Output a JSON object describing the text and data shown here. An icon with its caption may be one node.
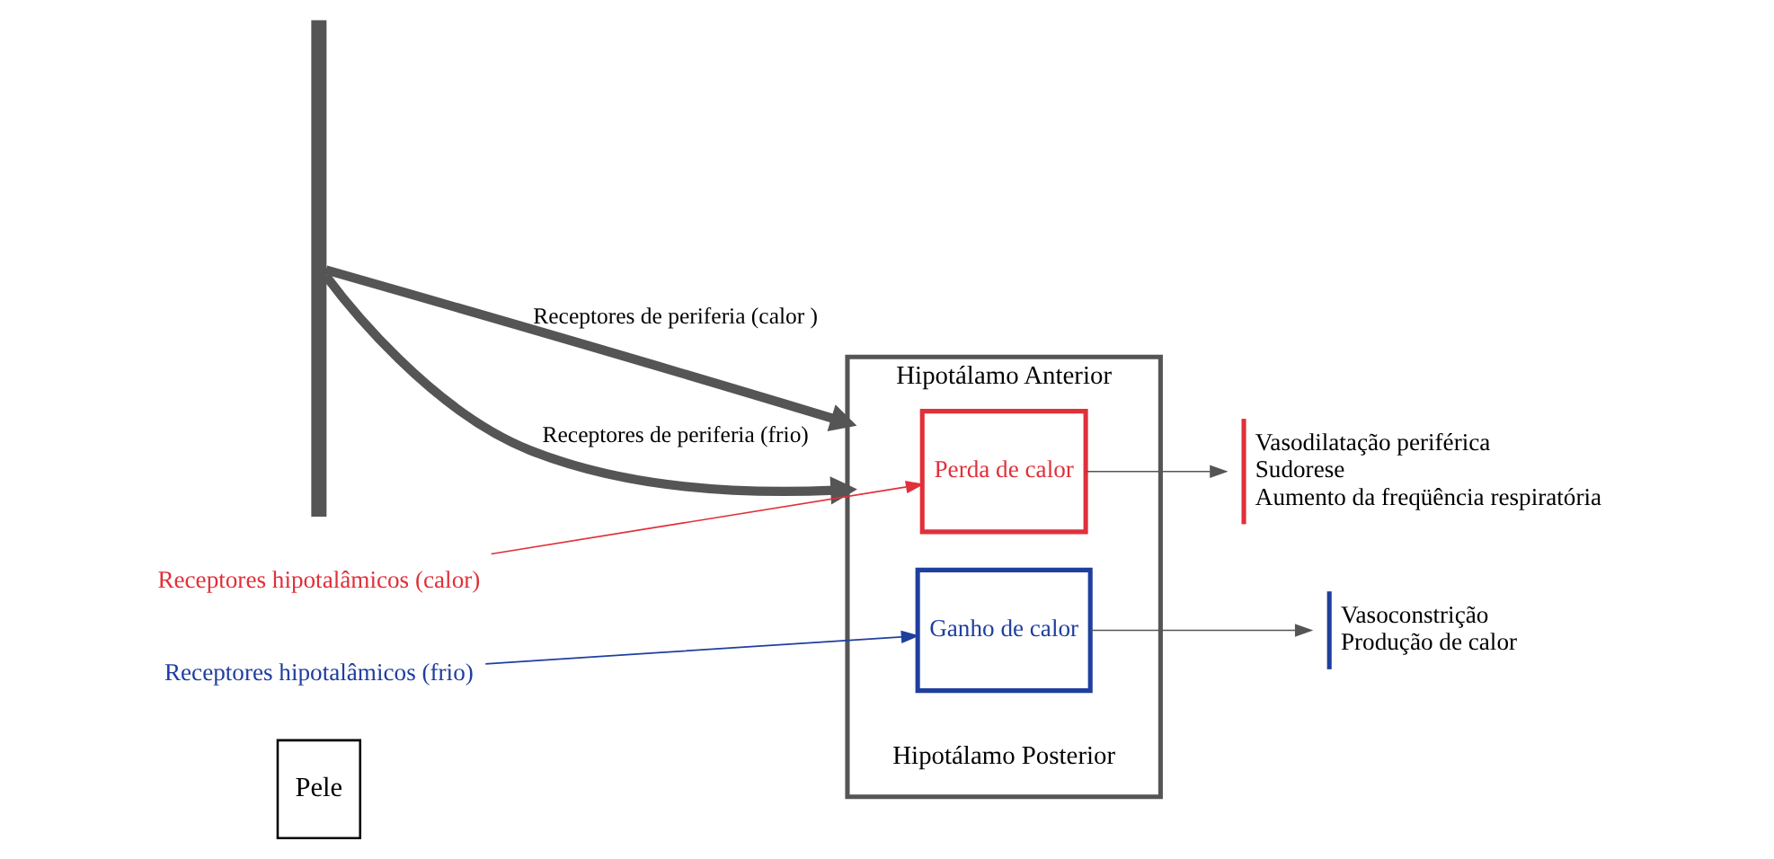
{
  "diagram": {
    "nodes": [
      {
        "text": [
          "Pele"
        ]
      },
      {
        "text": [],
        "shape": "bar"
      },
      {
        "text": [
          "Receptores hipotalâmicos (calor)"
        ]
      },
      {
        "text": [
          "Receptores hipotalâmicos (frio)"
        ]
      },
      {
        "text": [
          "Hipotálamo Anterior",
          "Hipotálamo Posterior"
        ]
      },
      {
        "text": [
          "Perda de calor"
        ],
        "in": 4
      },
      {
        "text": [
          "Ganho de calor"
        ],
        "in": 4
      },
      {
        "text": [
          "Vasodilatação periférica",
          "Sudorese",
          "Aumento da freqüência respiratória"
        ]
      },
      {
        "text": [
          "Vasoconstrição",
          "Produção de calor"
        ]
      }
    ],
    "edges": [
      {
        "from": 1,
        "to": 4,
        "arrow": "to",
        "label": "Receptores de periferia (calor )",
        "style": "thick"
      },
      {
        "from": 2,
        "to": 5,
        "arrow": "to",
        "color": "#e0303a"
      },
      {
        "from": 1,
        "to": 4,
        "arrow": "to",
        "label": "Receptores de periferia (frio)",
        "style": "thick"
      },
      {
        "from": 3,
        "to": 6,
        "arrow": "to",
        "color": "#1f3f9f"
      },
      {
        "from": 5,
        "to": 7,
        "arrow": "to"
      },
      {
        "from": 6,
        "to": 8,
        "arrow": "to"
      }
    ]
  }
}
